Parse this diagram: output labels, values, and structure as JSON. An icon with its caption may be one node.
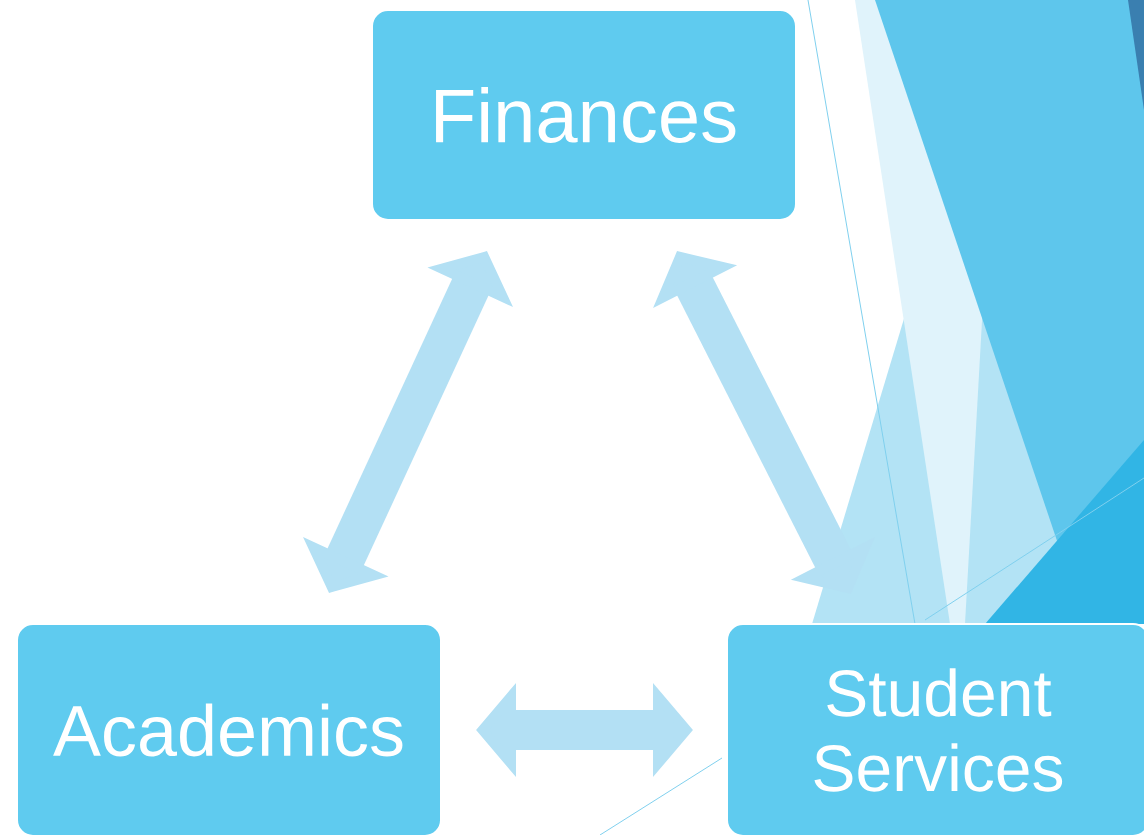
{
  "diagram": {
    "nodes": [
      {
        "text": [
          "Finances"
        ]
      },
      {
        "text": [
          "Academics"
        ]
      },
      {
        "text": [
          "Student Services"
        ]
      }
    ],
    "edges": [
      {
        "from": 0,
        "to": 1,
        "arrow": "both"
      },
      {
        "from": 0,
        "to": 2,
        "arrow": "both"
      },
      {
        "from": 1,
        "to": 2,
        "arrow": "both"
      }
    ]
  }
}
